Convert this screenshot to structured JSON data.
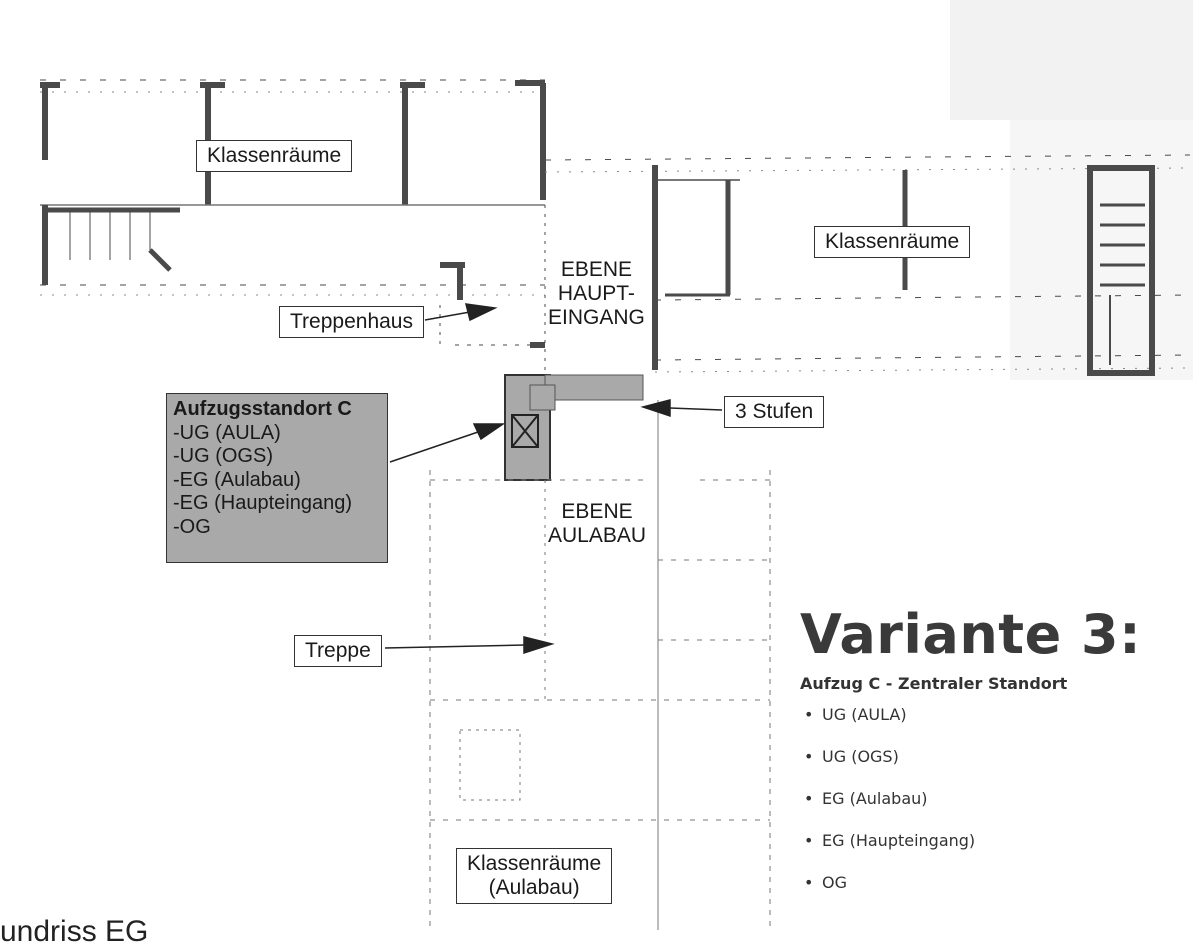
{
  "plan": {
    "label_classrooms_left": "Klassenräume",
    "label_classrooms_right": "Klassenräume",
    "label_main_entrance_level": [
      "EBENE",
      "HAUPT-",
      "EINGANG"
    ],
    "label_stairwell": "Treppenhaus",
    "label_three_steps": "3 Stufen",
    "label_aula_level": [
      "EBENE",
      "AULABAU"
    ],
    "label_stairs": "Treppe",
    "label_classrooms_aula": [
      "Klassenräume",
      "(Aulabau)"
    ],
    "elevator_box": {
      "title": "Aufzugsstandort C",
      "items": [
        "-UG (AULA)",
        "-UG (OGS)",
        "-EG (Aulabau)",
        "-EG (Haupteingang)",
        "-OG"
      ]
    }
  },
  "variant": {
    "title": "Variante 3:",
    "subtitle": "Aufzug C - Zentraler Standort",
    "items": [
      "UG (AULA)",
      "UG (OGS)",
      "EG (Aulabau)",
      "EG (Haupteingang)",
      "OG"
    ]
  },
  "caption": "undriss EG",
  "colors": {
    "highlight_gray": "#a9a9a9",
    "wall": "#4a4a4a"
  }
}
